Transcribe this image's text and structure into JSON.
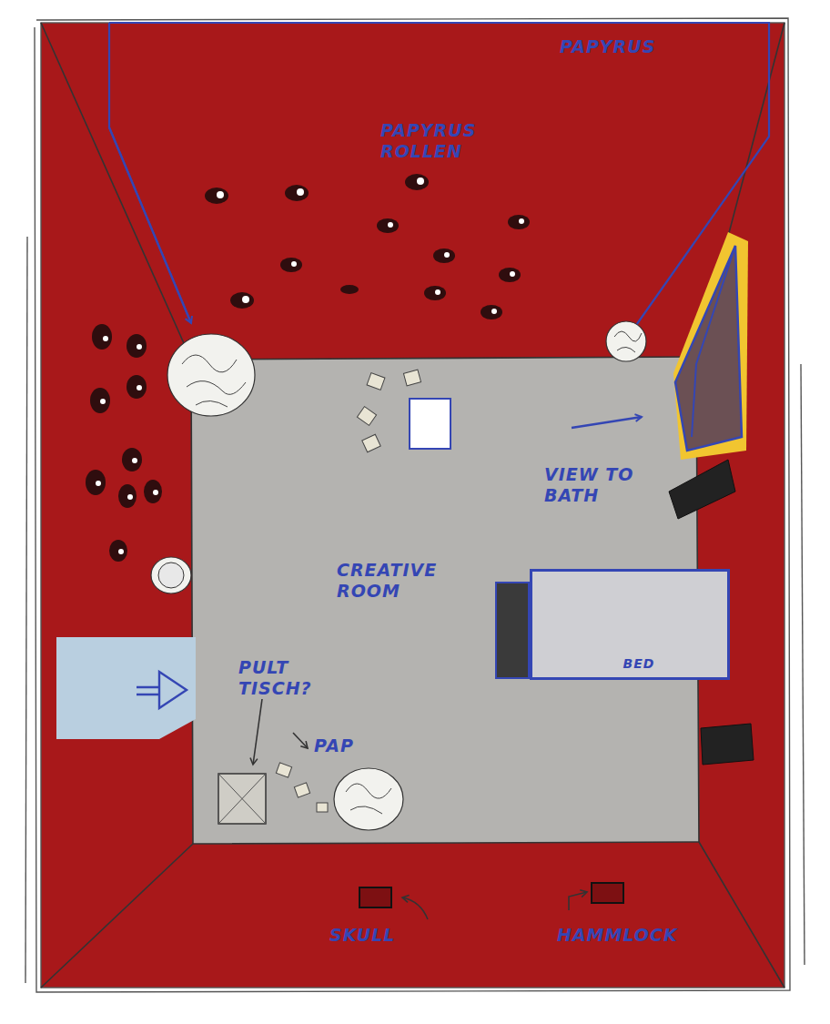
{
  "diagram": {
    "nodes": [
      {
        "text": [
          "CREATIVE ROOM"
        ]
      },
      {
        "text": [
          "BED"
        ],
        "in": 0
      }
    ],
    "labels": [
      "PAPYRUS",
      "PAPYRUS ROLLEN",
      "VIEW TO BATH",
      "PULT TISCH?",
      "PAP",
      "SKULL",
      "HAMMLOCK"
    ]
  }
}
